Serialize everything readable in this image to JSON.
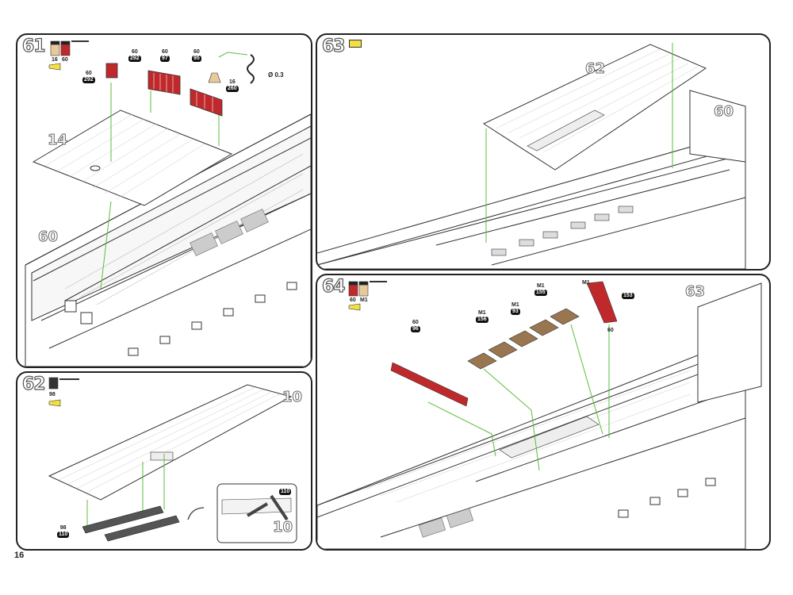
{
  "page_number": "16",
  "step61": {
    "number": "61",
    "paints": [
      "16",
      "60"
    ],
    "labels": {
      "ladder_top": "60",
      "ladder_box": "292",
      "ladder_side_top": "60",
      "ladder_side_box": "292",
      "rail_top": "60",
      "rail_box": "97",
      "pin_top": "60",
      "pin_box": "95",
      "bell_top": "16",
      "bell_box": "260",
      "rope_dim": "Ø 0.3"
    },
    "part_a": "14",
    "part_b": "60"
  },
  "step62": {
    "number": "62",
    "paint": "98",
    "part_a": "10",
    "part_b": "10",
    "labels": {
      "strip_top": "98",
      "strip_box": "110",
      "detail_box": "110"
    }
  },
  "step63": {
    "number": "63",
    "part_a": "62",
    "part_b": "60"
  },
  "step64": {
    "number": "64",
    "paints": [
      "60",
      "M1"
    ],
    "part_a": "63",
    "labels": {
      "rail_top": "60",
      "rail_box": "96",
      "grate1_top": "M1",
      "grate1_box": "156",
      "grate2_top": "M1",
      "grate2_box": "93",
      "grate3_top": "M1",
      "grate3_box": "155",
      "ladder_top": "M1",
      "ladder_box": "153",
      "ladder_bottom": "60"
    }
  },
  "colors": {
    "accent": "#5bbf3a",
    "paint_red": "#c0292b",
    "paint_tan": "#e8c99a",
    "glue": "#f2e043"
  }
}
